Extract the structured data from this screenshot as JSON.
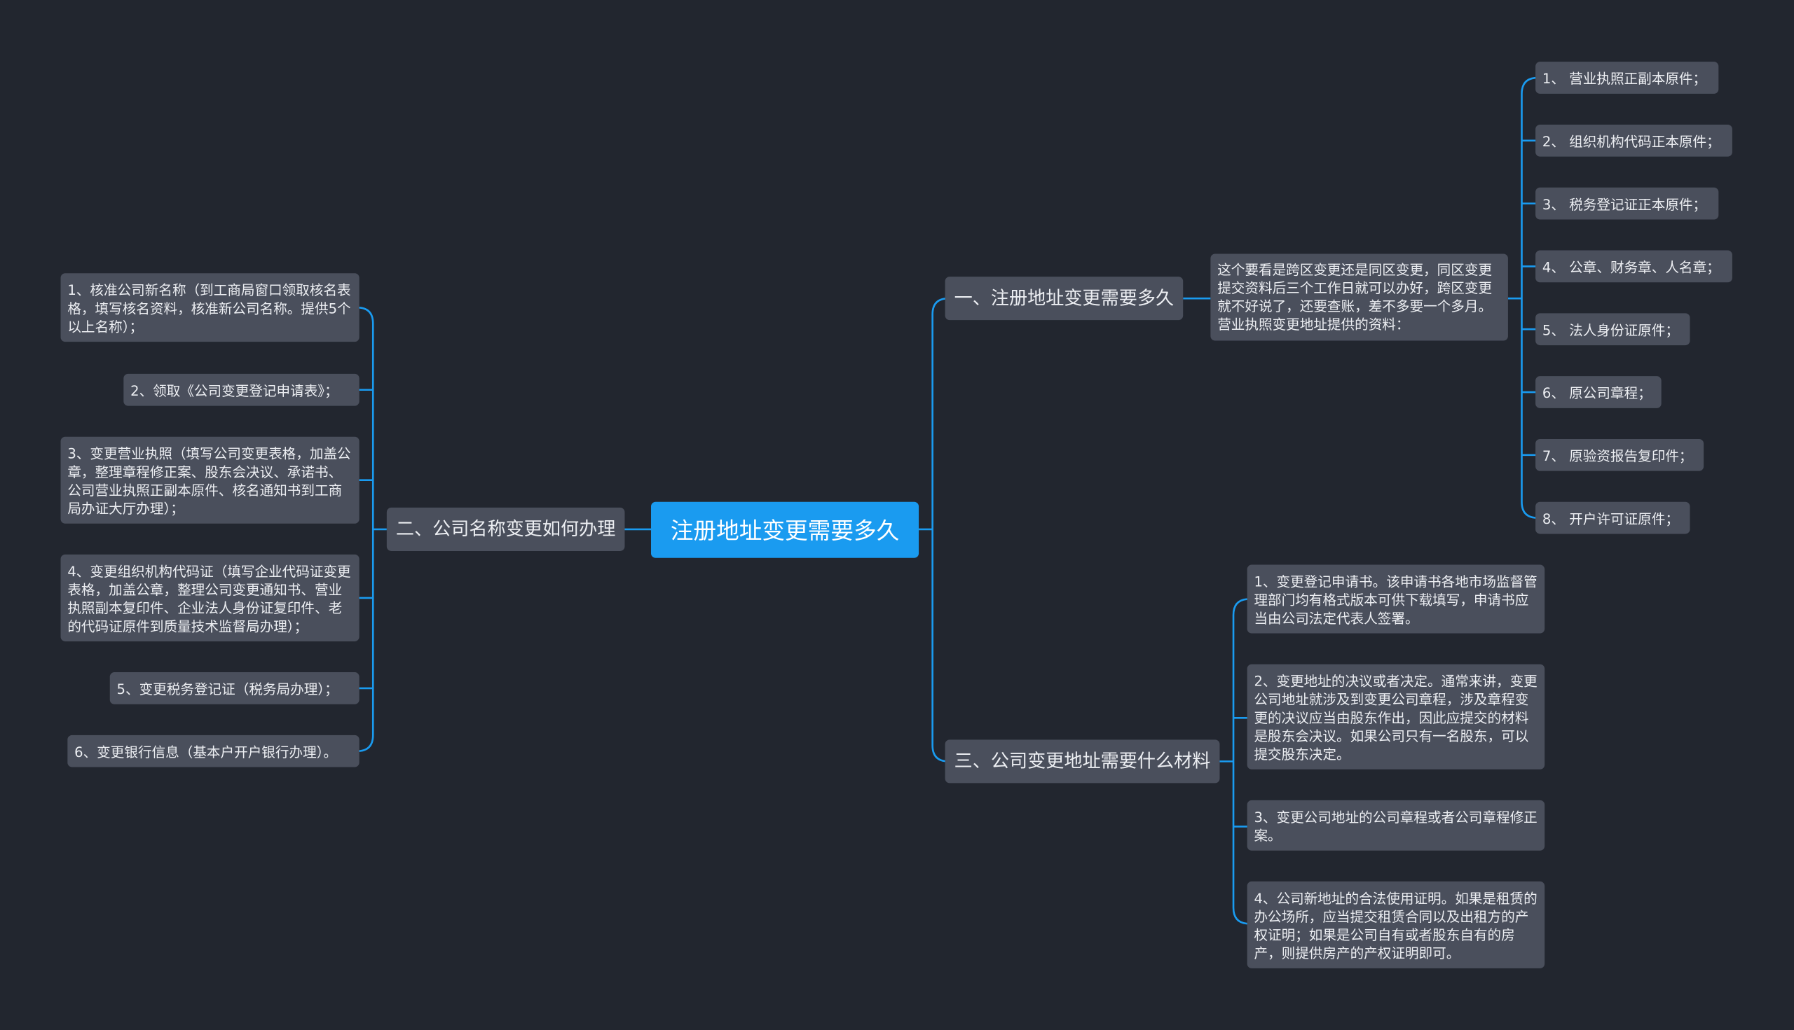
{
  "root": "注册地址变更需要多久",
  "branches": {
    "b1": {
      "label": "一、注册地址变更需要多久",
      "desc": "这个要看是跨区变更还是同区变更，同区变更提交资料后三个工作日就可以办好，跨区变更就不好说了，还要查账，差不多要一个多月。营业执照变更地址提供的资料：",
      "items": [
        "1、 营业执照正副本原件；",
        "2、 组织机构代码正本原件；",
        "3、 税务登记证正本原件；",
        "4、 公章、财务章、人名章；",
        "5、 法人身份证原件；",
        "6、 原公司章程；",
        "7、 原验资报告复印件；",
        "8、 开户许可证原件；"
      ]
    },
    "b2": {
      "label": "二、公司名称变更如何办理",
      "items": [
        "1、核准公司新名称（到工商局窗口领取核名表格，填写核名资料，核准新公司名称。提供5个以上名称）；",
        "2、领取《公司变更登记申请表》；",
        "3、变更营业执照（填写公司变更表格，加盖公章，整理章程修正案、股东会决议、承诺书、公司营业执照正副本原件、核名通知书到工商局办证大厅办理）；",
        "4、变更组织机构代码证（填写企业代码证变更表格，加盖公章，整理公司变更通知书、营业执照副本复印件、企业法人身份证复印件、老的代码证原件到质量技术监督局办理）；",
        "5、变更税务登记证（税务局办理）；",
        "6、变更银行信息（基本户开户银行办理）。"
      ]
    },
    "b3": {
      "label": "三、公司变更地址需要什么材料",
      "items": [
        "1、变更登记申请书。该申请书各地市场监督管理部门均有格式版本可供下载填写，申请书应当由公司法定代表人签署。",
        "2、变更地址的决议或者决定。通常来讲，变更公司地址就涉及到变更公司章程，涉及章程变更的决议应当由股东作出，因此应提交的材料是股东会决议。如果公司只有一名股东，可以提交股东决定。",
        "3、变更公司地址的公司章程或者公司章程修正案。",
        "4、公司新地址的合法使用证明。如果是租赁的办公场所，应当提交租赁合同以及出租方的产权证明；如果是公司自有或者股东自有的房产，则提供房产的产权证明即可。"
      ]
    }
  },
  "colors": {
    "background": "#22262f",
    "node": "#4a4f5c",
    "root": "#1a9bf0",
    "line": "#1a9bf0",
    "text": "#eceef2"
  }
}
